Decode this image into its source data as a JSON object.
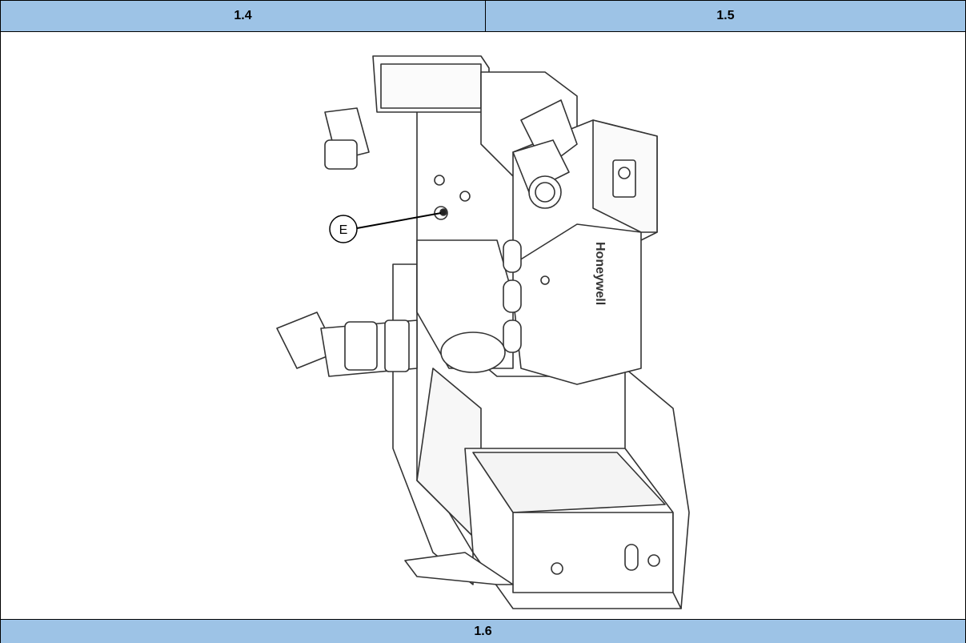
{
  "table": {
    "header_left": "1.4",
    "header_right": "1.5",
    "footer": "1.6"
  },
  "figure": {
    "callout_label": "E",
    "brand_text": "Honeywell"
  }
}
